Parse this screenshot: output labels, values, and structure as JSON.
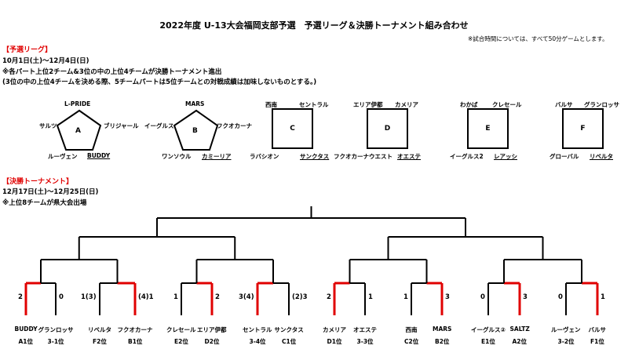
{
  "header": {
    "title": "2022年度 U-13大会福岡支部予選　予選リーグ＆決勝トーナメント組み合わせ",
    "note": "※試合時間については、すべて50分ゲームとします。"
  },
  "league": {
    "heading": "【予選リーグ】",
    "dates": "10月1日(土)～12月4日(日)",
    "rule1": "※各パート上位2チーム&3位の中の上位4チームが決勝トーナメント進出",
    "rule2": "(3位の中の上位4チームを決める際、5チームパートは5位チームとの対戦成績は加味しないものとする。)",
    "groups": [
      {
        "id": "A",
        "teams": [
          "L-PRIDE",
          "ブリジャール",
          "BUDDY",
          "ルーヴェン",
          "サルツ"
        ]
      },
      {
        "id": "B",
        "teams": [
          "MARS",
          "フクオカーナ",
          "カミーリア",
          "ワンソウル",
          "イーグルス"
        ]
      },
      {
        "id": "C",
        "teams": [
          "西南",
          "セントラル",
          "サンクタス",
          "ラバシオン"
        ]
      },
      {
        "id": "D",
        "teams": [
          "エリア伊都",
          "カメリア",
          "オエステ",
          "フクオカーナウエスト"
        ]
      },
      {
        "id": "E",
        "teams": [
          "わかば",
          "クレセール",
          "レアッシ",
          "イーグルス2"
        ]
      },
      {
        "id": "F",
        "teams": [
          "バルサ",
          "グランロッサ",
          "リベルタ",
          "グローバル"
        ]
      }
    ]
  },
  "tournament": {
    "heading": "【決勝トーナメント】",
    "dates": "12月17日(土)～12月25日(日)",
    "note": "※上位8チームが県大会出場",
    "scores": [
      "2",
      "0",
      "1(3)",
      "(4)1",
      "1",
      "2",
      "3(4)",
      "(2)3",
      "2",
      "1",
      "1",
      "3",
      "0",
      "3",
      "0",
      "1"
    ],
    "teams": [
      "BUDDY",
      "グランロッサ",
      "リベルタ",
      "フクオカーナ",
      "クレセール",
      "エリア伊都",
      "セントラル",
      "サンクタス",
      "カメリア",
      "オエステ",
      "西南",
      "MARS",
      "イーグルス②",
      "SALTZ",
      "ルーヴェン",
      "バルサ"
    ],
    "seeds": [
      "A1位",
      "3-1位",
      "F2位",
      "B1位",
      "E2位",
      "D2位",
      "3-4位",
      "C1位",
      "D1位",
      "3-3位",
      "C2位",
      "B2位",
      "E1位",
      "A2位",
      "3-2位",
      "F1位"
    ],
    "winner_color": "#e00000"
  }
}
